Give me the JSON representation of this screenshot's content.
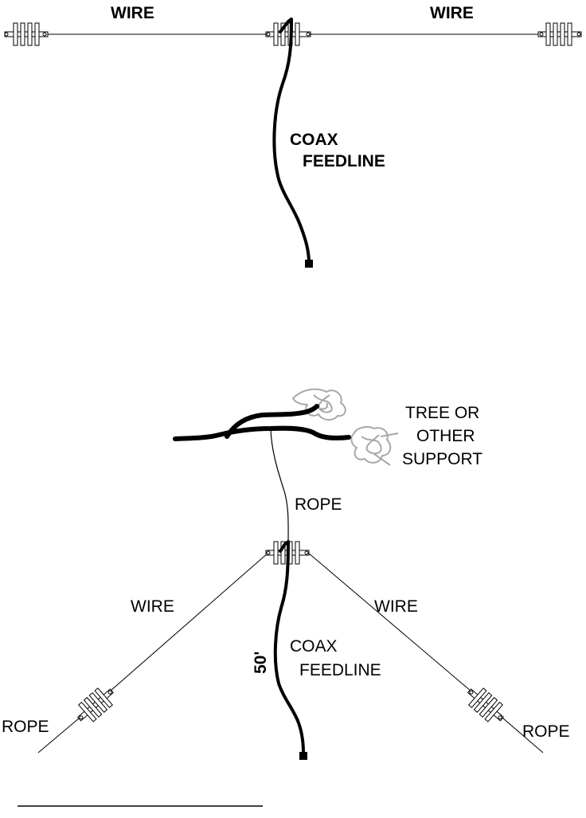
{
  "top_diagram": {
    "wire_left_label": "WIRE",
    "wire_right_label": "WIRE",
    "coax_label_line1": "COAX",
    "coax_label_line2": "FEEDLINE"
  },
  "bottom_diagram": {
    "support_label_line1": "TREE OR",
    "support_label_line2": "OTHER",
    "support_label_line3": "SUPPORT",
    "rope_top_label": "ROPE",
    "wire_left_label": "WIRE",
    "wire_right_label": "WIRE",
    "length_label": "50'",
    "coax_label_line1": "COAX",
    "coax_label_line2": "FEEDLINE",
    "rope_left_label": "ROPE",
    "rope_right_label": "ROPE"
  },
  "colors": {
    "line": "#000000",
    "foliage": "#a8a8a8",
    "background": "#ffffff"
  }
}
